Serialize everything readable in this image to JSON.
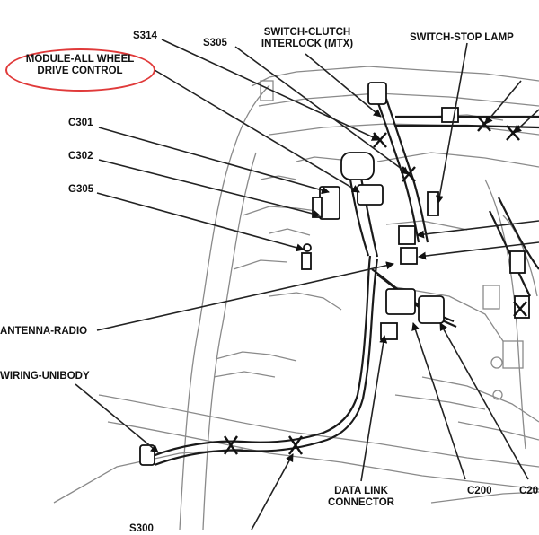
{
  "labels": {
    "s314": "S314",
    "s305": "S305",
    "switch_clutch_line1": "SWITCH-CLUTCH",
    "switch_clutch_line2": "INTERLOCK (MTX)",
    "switch_stop_lamp": "SWITCH-STOP LAMP",
    "module_awd_line1": "MODULE-ALL WHEEL",
    "module_awd_line2": "DRIVE CONTROL",
    "c301": "C301",
    "c302": "C302",
    "g305": "G305",
    "antenna_radio": "ANTENNA-RADIO",
    "wiring_unibody": "WIRING-UNIBODY",
    "data_link_line1": "DATA LINK",
    "data_link_line2": "CONNECTOR",
    "c200": "C200",
    "c20_partial": "C20",
    "s300_partial": "S300"
  },
  "colors": {
    "highlight": "#e03a3a",
    "ink": "#111111",
    "line": "#222222",
    "sketch": "#8a8a8a"
  }
}
